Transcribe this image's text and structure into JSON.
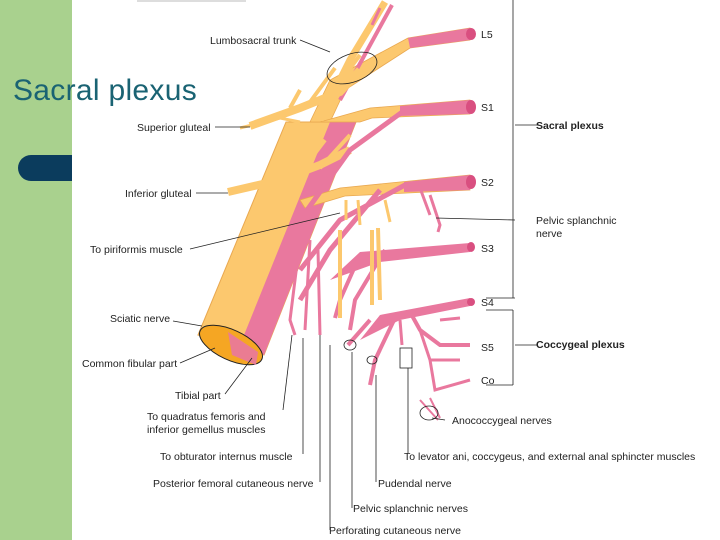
{
  "slide": {
    "title": "Sacral plexus"
  },
  "roots": {
    "l5": "L5",
    "s1": "S1",
    "s2": "S2",
    "s3": "S3",
    "s4": "S4",
    "s5": "S5",
    "co": "Co"
  },
  "labels": {
    "lumbosacral_trunk": "Lumbosacral trunk",
    "superior_gluteal": "Superior gluteal",
    "inferior_gluteal": "Inferior gluteal",
    "piriformis": "To piriformis muscle",
    "sciatic": "Sciatic nerve",
    "common_fibular": "Common fibular part",
    "tibial": "Tibial part",
    "quadratus_1": "To quadratus femoris and",
    "quadratus_2": "inferior gemellus muscles",
    "obturator": "To obturator internus muscle",
    "post_femoral": "Posterior femoral cutaneous nerve",
    "pelvic_splanchnic_bottom": "Pelvic splanchnic nerves",
    "perforating": "Perforating cutaneous nerve",
    "pudendal": "Pudendal nerve",
    "levator": "To levator ani, coccygeus, and external anal sphincter muscles",
    "anococcygeal": "Anococcygeal nerves",
    "pelvic_splanchnic_right_1": "Pelvic splanchnic",
    "pelvic_splanchnic_right_2": "nerve",
    "sacral_plexus": "Sacral plexus",
    "coccygeal_plexus": "Coccygeal plexus"
  },
  "colors": {
    "pink": "#e9789e",
    "pink_dark": "#d94f80",
    "yellow": "#fcc86e",
    "orange": "#f5a623",
    "band": "#a9d18e",
    "tab": "#0b3c5d",
    "title": "#1a6373"
  }
}
